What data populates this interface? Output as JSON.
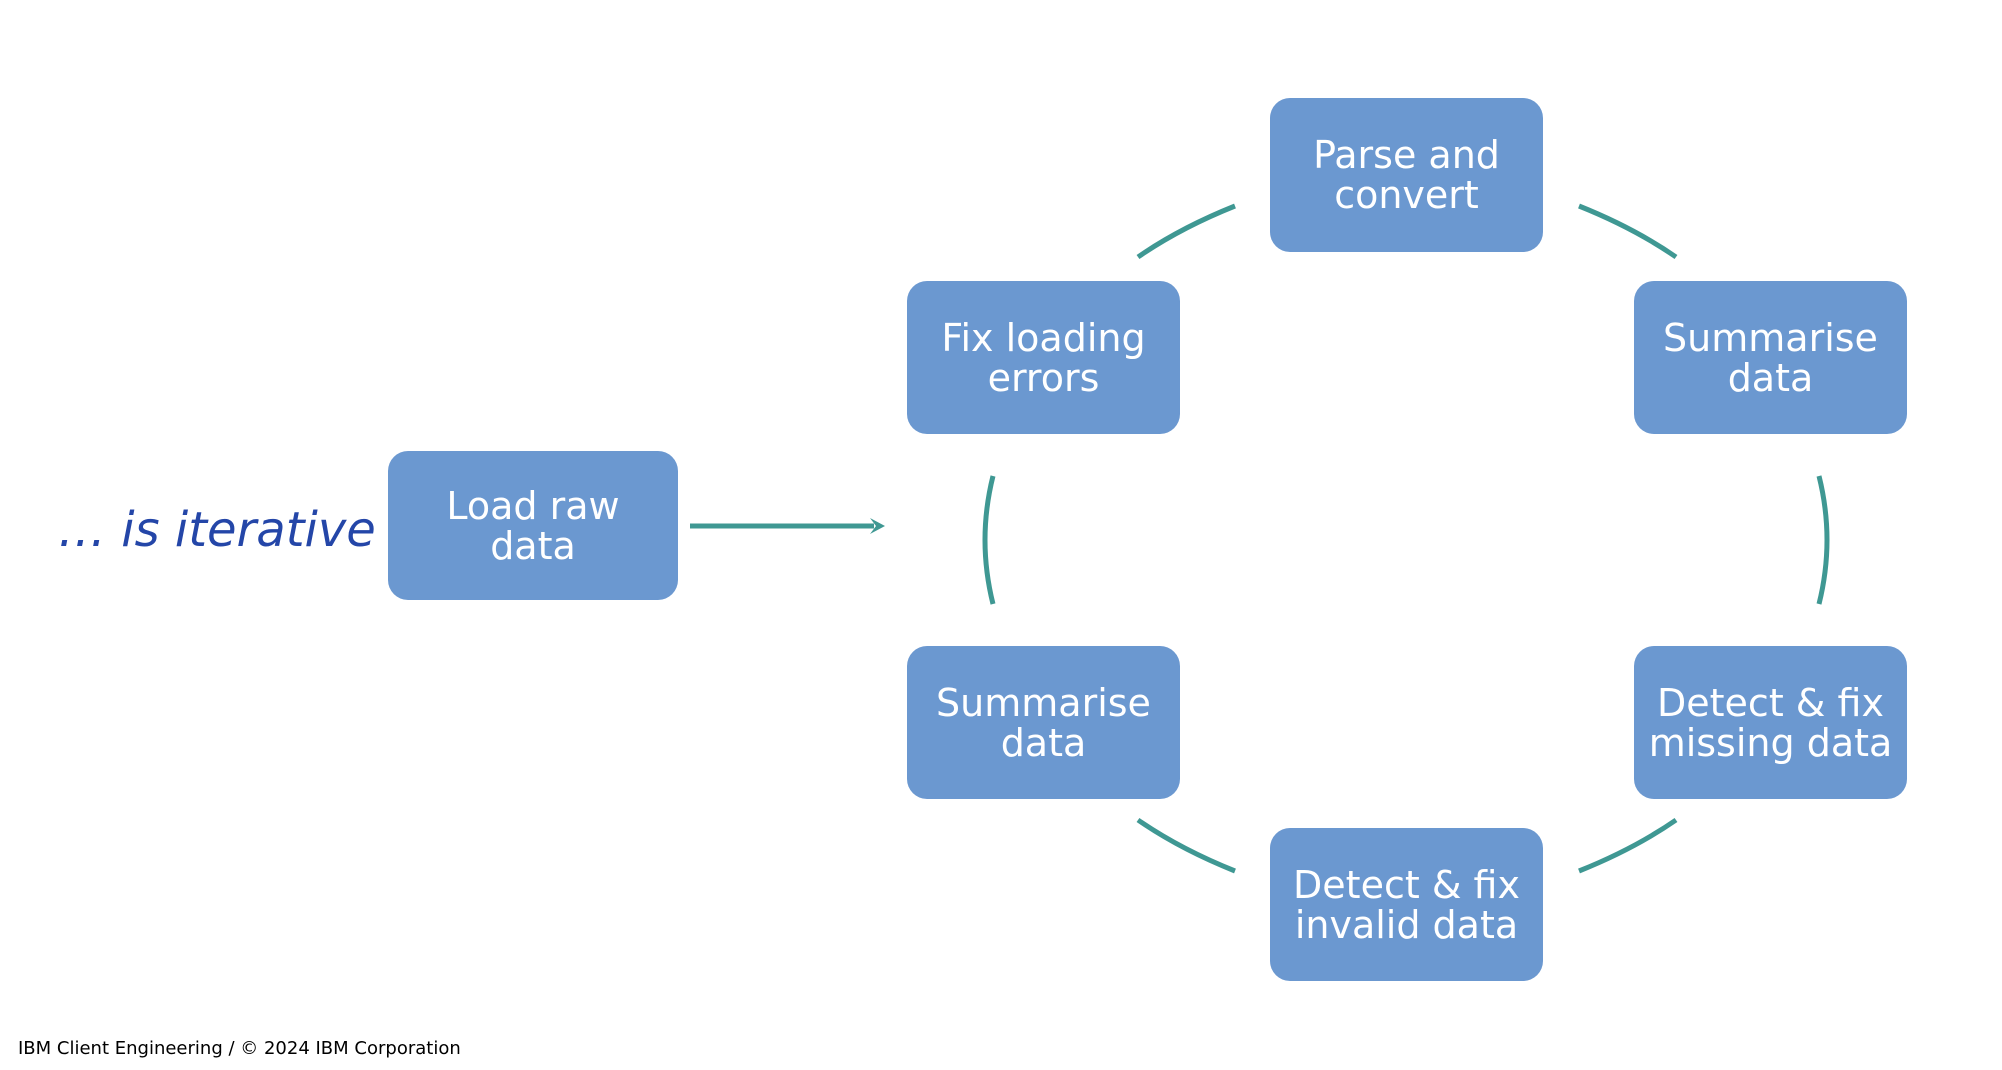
{
  "headline": {
    "text": "… is iterative",
    "color": "#2446A8"
  },
  "colors": {
    "node_fill": "#6B98D0",
    "node_text": "#FFFFFF",
    "connector": "#3F9893"
  },
  "start_node": {
    "lines": [
      "Load raw",
      "data"
    ]
  },
  "cycle_nodes": [
    {
      "id": "parse-and-convert",
      "lines": [
        "Parse and",
        "convert"
      ]
    },
    {
      "id": "summarise-data-top",
      "lines": [
        "Summarise",
        "data"
      ]
    },
    {
      "id": "detect-fix-missing",
      "lines": [
        "Detect & fix",
        "missing data"
      ]
    },
    {
      "id": "detect-fix-invalid",
      "lines": [
        "Detect & fix",
        "invalid data"
      ]
    },
    {
      "id": "summarise-data-bottom",
      "lines": [
        "Summarise",
        "data"
      ]
    },
    {
      "id": "fix-loading-errors",
      "lines": [
        "Fix loading",
        "errors"
      ]
    }
  ],
  "footer": {
    "text": "IBM Client Engineering / © 2024 IBM Corporation"
  }
}
